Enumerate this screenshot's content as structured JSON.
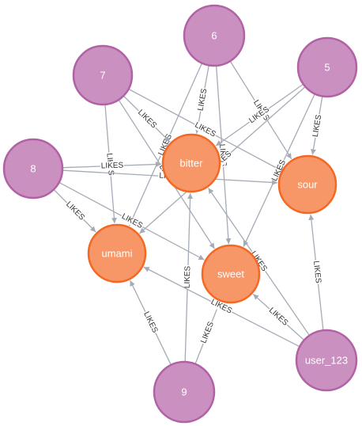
{
  "graph": {
    "colors": {
      "person_fill": "#c990c0",
      "person_stroke": "#b261a5",
      "flavor_fill": "#f79767",
      "flavor_stroke": "#f36924",
      "edge": "#a5abb6",
      "edge_label": "#333333",
      "node_label": "#ffffff"
    },
    "nodes": [
      {
        "id": "6",
        "label": "6",
        "type": "person"
      },
      {
        "id": "7",
        "label": "7",
        "type": "person"
      },
      {
        "id": "5",
        "label": "5",
        "type": "person"
      },
      {
        "id": "8",
        "label": "8",
        "type": "person"
      },
      {
        "id": "9",
        "label": "9",
        "type": "person"
      },
      {
        "id": "user_123",
        "label": "user_123",
        "type": "person"
      },
      {
        "id": "bitter",
        "label": "bitter",
        "type": "flavor"
      },
      {
        "id": "sour",
        "label": "sour",
        "type": "flavor"
      },
      {
        "id": "umami",
        "label": "umami",
        "type": "flavor"
      },
      {
        "id": "sweet",
        "label": "sweet",
        "type": "flavor"
      }
    ],
    "edges": [
      {
        "source": "6",
        "target": "umami",
        "label": "LIKES"
      },
      {
        "source": "6",
        "target": "bitter",
        "label": "LIKES"
      },
      {
        "source": "6",
        "target": "sweet",
        "label": "LIKES"
      },
      {
        "source": "6",
        "target": "sour",
        "label": "LIKES"
      },
      {
        "source": "7",
        "target": "bitter",
        "label": "LIKES"
      },
      {
        "source": "7",
        "target": "umami",
        "label": "LIKES"
      },
      {
        "source": "7",
        "target": "sweet",
        "label": "LIKES"
      },
      {
        "source": "7",
        "target": "sour",
        "label": "LIKES"
      },
      {
        "source": "5",
        "target": "sour",
        "label": "LIKES"
      },
      {
        "source": "5",
        "target": "bitter",
        "label": "LIKES"
      },
      {
        "source": "5",
        "target": "sweet",
        "label": "LIKES"
      },
      {
        "source": "5",
        "target": "umami",
        "label": "LIKES"
      },
      {
        "source": "8",
        "target": "bitter",
        "label": "LIKES"
      },
      {
        "source": "8",
        "target": "umami",
        "label": "LIKES"
      },
      {
        "source": "8",
        "target": "sweet",
        "label": "LIKES"
      },
      {
        "source": "8",
        "target": "sour",
        "label": "LIKES"
      },
      {
        "source": "9",
        "target": "umami",
        "label": "LIKES"
      },
      {
        "source": "9",
        "target": "bitter",
        "label": "LIKES"
      },
      {
        "source": "9",
        "target": "sweet",
        "label": "LIKES"
      },
      {
        "source": "user_123",
        "target": "sour",
        "label": "LIKES"
      },
      {
        "source": "user_123",
        "target": "sweet",
        "label": "LIKES"
      },
      {
        "source": "user_123",
        "target": "umami",
        "label": "LIKES"
      },
      {
        "source": "user_123",
        "target": "bitter",
        "label": "LIKES"
      }
    ]
  }
}
